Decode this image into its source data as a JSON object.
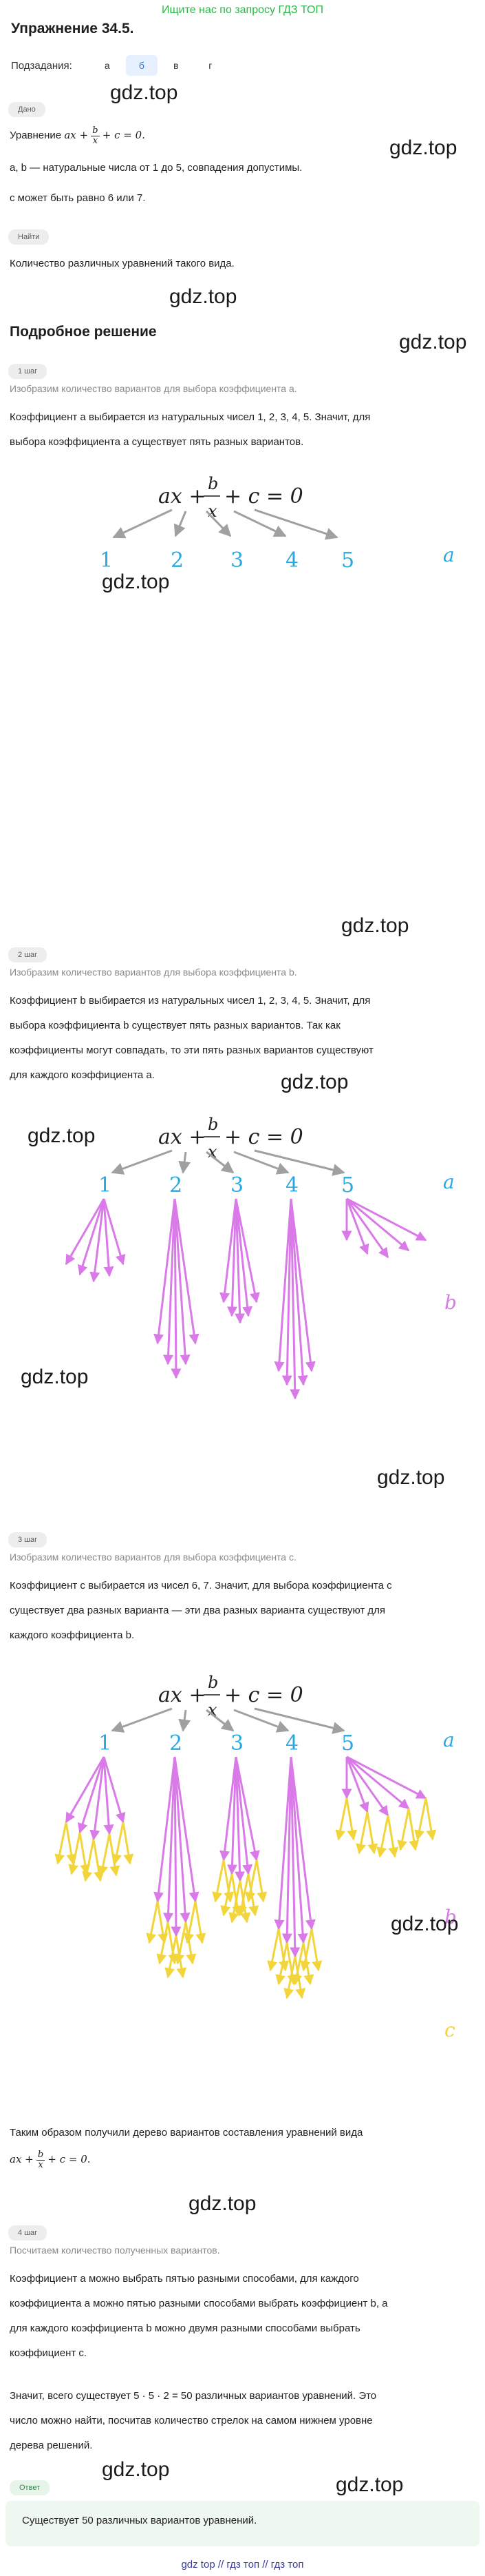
{
  "banner": "Ищите нас по запросу ГДЗ ТОП",
  "title": "Упражнение 34.5.",
  "subtasks": {
    "label": "Подзадания:",
    "items": [
      "а",
      "б",
      "в",
      "г"
    ],
    "active_index": 1
  },
  "watermark": "gdz.top",
  "given": {
    "chip": "Дано",
    "line1_prefix": "Уравнение",
    "equation": {
      "left": "ax +",
      "num": "b",
      "den": "x",
      "right": "+ c = 0."
    },
    "line2": "a,  b — натуральные числа от 1 до 5, совпадения допустимы.",
    "line3": "c может быть равно 6 или 7."
  },
  "find": {
    "chip": "Найти",
    "text": "Количество различных уравнений такого вида."
  },
  "solution_title": "Подробное решение",
  "steps": [
    {
      "label": "1 шаг",
      "hint": "Изобразим количество вариантов для выбора коэффициента a.",
      "text": [
        "Коэффициент a выбирается из натуральных чисел 1,  2,  3,  4,  5. Значит, для",
        "выбора коэффициента a существует пять разных вариантов."
      ]
    },
    {
      "label": "2 шаг",
      "hint": "Изобразим количество вариантов для выбора коэффициента b.",
      "text": [
        "Коэффициент b выбирается из натуральных чисел 1,  2,  3,  4,  5. Значит, для",
        "выбора коэффициента b существует пять разных вариантов. Так как",
        "коэффициенты могут совпадать, то эти пять разных вариантов существуют",
        "для каждого коэффициента a."
      ]
    },
    {
      "label": "3 шаг",
      "hint": "Изобразим количество вариантов для выбора коэффициента c.",
      "text": [
        "Коэффициент c выбирается из чисел 6,  7. Значит, для выбора коэффициента c",
        "существует два разных варианта — эти два разных варианта существуют для",
        "каждого коэффициента b."
      ],
      "after": [
        "Таким образом получили дерево вариантов составления уравнений вида",
        "ax + b/x + c = 0."
      ]
    },
    {
      "label": "4 шаг",
      "hint": "Посчитаем количество полученных вариантов.",
      "text": [
        "Коэффициент a можно выбрать пятью разными способами, для каждого",
        "коэффициента a можно пятью разными способами выбрать коэффициент b, а",
        "для каждого коэффициента b можно двумя разными способами выбрать",
        "коэффициент c.",
        "",
        "Значит, всего существует 5 · 5 · 2 = 50 различных вариантов уравнений. Это",
        "число можно найти, посчитав количество стрелок на самом нижнем уровне",
        "дерева решений."
      ]
    }
  ],
  "tree": {
    "equation": {
      "left": "ax +",
      "num": "b",
      "den": "x",
      "right": "+ c = 0"
    },
    "nodes": [
      "1",
      "2",
      "3",
      "4",
      "5"
    ],
    "level_labels": [
      "a",
      "b",
      "c"
    ],
    "colors": {
      "a": "#29a9e1",
      "b": "#d97ae8",
      "c": "#f2d53a",
      "arrow_gray": "#a0a0a0"
    }
  },
  "answer": {
    "chip": "Ответ",
    "text": "Существует 50 различных вариантов уравнений."
  },
  "footer": "gdz top  //  гдз топ  //  гдз топ"
}
